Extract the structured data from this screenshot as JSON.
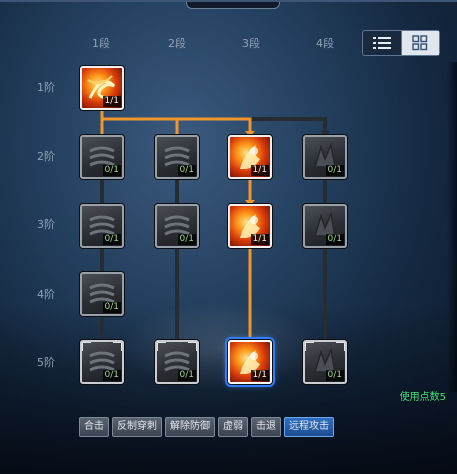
{
  "columns": [
    "1段",
    "2段",
    "3段",
    "4段"
  ],
  "rows": [
    "1阶",
    "2阶",
    "3阶",
    "4阶",
    "5阶"
  ],
  "view_toggle": {
    "list_icon": "list-view-icon",
    "grid_icon": "grid-view-icon",
    "active": "list"
  },
  "colors": {
    "active_path": "#f0962a",
    "inactive_path": "#2b3036",
    "points_text": "#40e07a",
    "active_tag": "#2f6fc0"
  },
  "skills": {
    "r1c1": {
      "count": "1/1",
      "state": "learned",
      "icon": "fire-spiral-icon"
    },
    "r2c1": {
      "count": "0/1",
      "state": "locked",
      "icon": "claw-icon"
    },
    "r2c2": {
      "count": "0/1",
      "state": "locked",
      "icon": "claw-icon"
    },
    "r2c3": {
      "count": "1/1",
      "state": "learned",
      "icon": "fire-blast-icon"
    },
    "r2c4": {
      "count": "0/1",
      "state": "locked",
      "icon": "shard-icon"
    },
    "r3c1": {
      "count": "0/1",
      "state": "locked",
      "icon": "claw-icon"
    },
    "r3c2": {
      "count": "0/1",
      "state": "locked",
      "icon": "claw-icon"
    },
    "r3c3": {
      "count": "1/1",
      "state": "learned",
      "icon": "fire-blast-icon"
    },
    "r3c4": {
      "count": "0/1",
      "state": "locked",
      "icon": "shard-icon"
    },
    "r4c1": {
      "count": "0/1",
      "state": "locked",
      "icon": "claw-icon"
    },
    "r5c1": {
      "count": "0/1",
      "state": "locked",
      "icon": "claw-icon"
    },
    "r5c2": {
      "count": "0/1",
      "state": "locked",
      "icon": "claw-icon"
    },
    "r5c3": {
      "count": "1/1",
      "state": "learned-selected",
      "icon": "fire-blast-icon"
    },
    "r5c4": {
      "count": "0/1",
      "state": "locked",
      "icon": "shard-icon"
    }
  },
  "points_used": "使用点数5",
  "tags": [
    "合击",
    "反制穿刺",
    "解除防御",
    "虚弱",
    "击退",
    "远程攻击"
  ],
  "active_tag": "远程攻击"
}
